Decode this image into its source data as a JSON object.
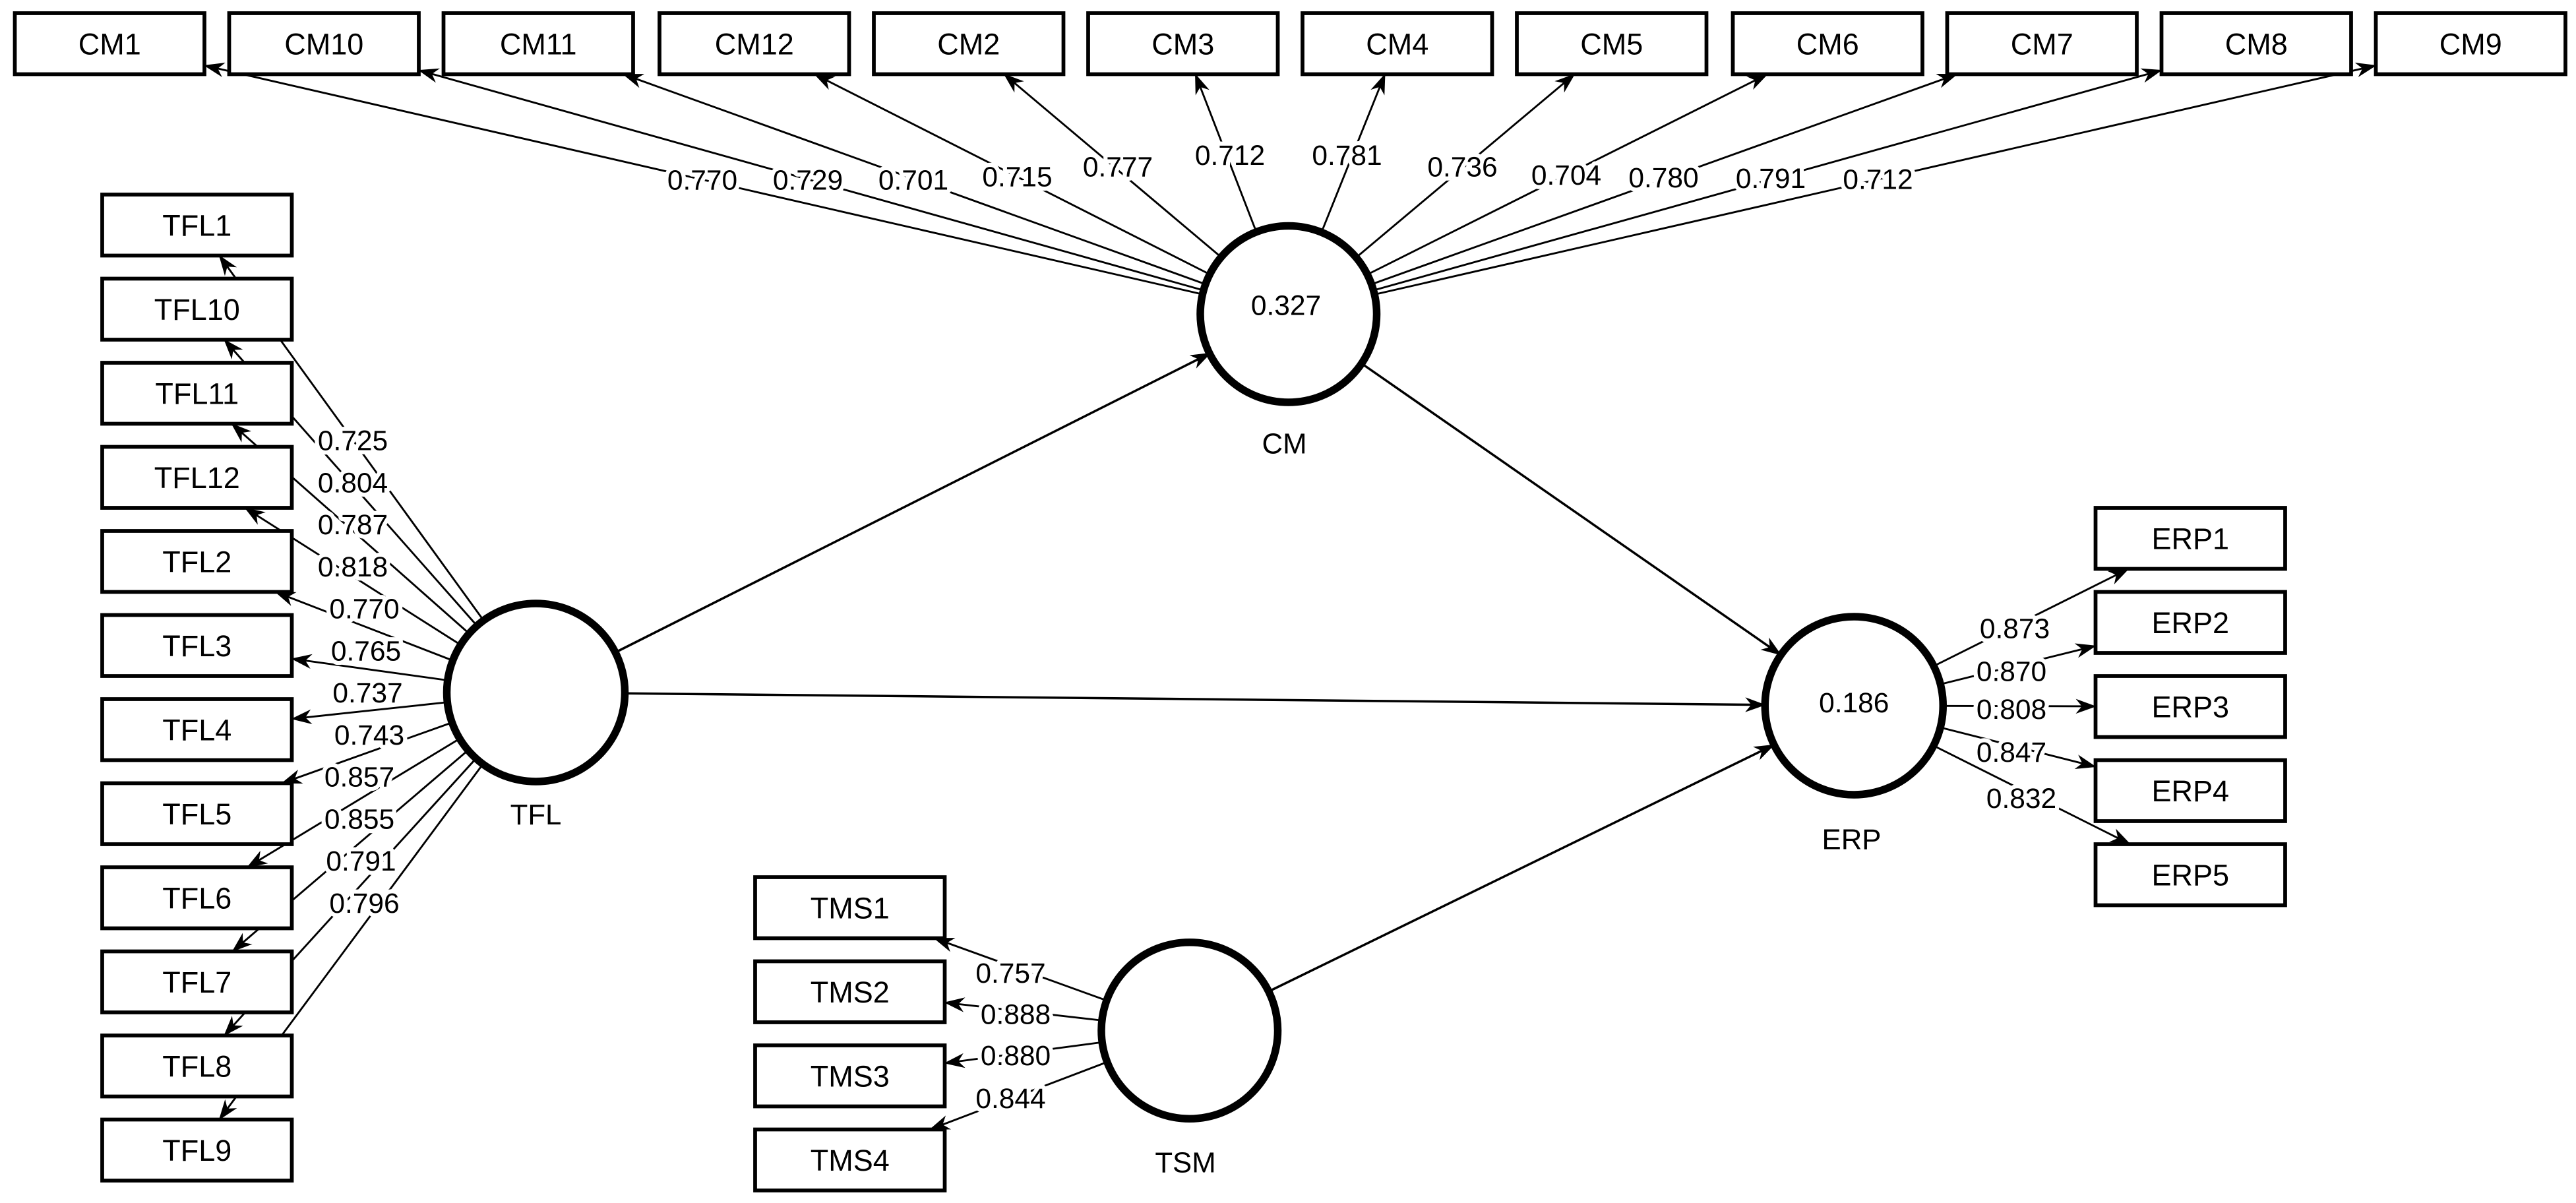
{
  "constructs": {
    "cm": {
      "label": "CM",
      "r_squared": "0.327"
    },
    "tfl": {
      "label": "TFL"
    },
    "tsm": {
      "label": "TSM"
    },
    "erp": {
      "label": "ERP",
      "r_squared": "0.186"
    }
  },
  "indicators": {
    "cm": [
      {
        "label": "CM1",
        "loading": "0.770"
      },
      {
        "label": "CM10",
        "loading": "0.729"
      },
      {
        "label": "CM11",
        "loading": "0.701"
      },
      {
        "label": "CM12",
        "loading": "0.715"
      },
      {
        "label": "CM2",
        "loading": "0.777"
      },
      {
        "label": "CM3",
        "loading": "0.712"
      },
      {
        "label": "CM4",
        "loading": "0.781"
      },
      {
        "label": "CM5",
        "loading": "0.736"
      },
      {
        "label": "CM6",
        "loading": "0.704"
      },
      {
        "label": "CM7",
        "loading": "0.780"
      },
      {
        "label": "CM8",
        "loading": "0.791"
      },
      {
        "label": "CM9",
        "loading": "0.712"
      }
    ],
    "tfl": [
      {
        "label": "TFL1",
        "loading": "0.725"
      },
      {
        "label": "TFL10",
        "loading": "0.804"
      },
      {
        "label": "TFL11",
        "loading": "0.787"
      },
      {
        "label": "TFL12",
        "loading": "0.818"
      },
      {
        "label": "TFL2",
        "loading": "0.770"
      },
      {
        "label": "TFL3",
        "loading": "0.765"
      },
      {
        "label": "TFL4",
        "loading": "0.737"
      },
      {
        "label": "TFL5",
        "loading": "0.743"
      },
      {
        "label": "TFL6",
        "loading": "0.857"
      },
      {
        "label": "TFL7",
        "loading": "0.855"
      },
      {
        "label": "TFL8",
        "loading": "0.791"
      },
      {
        "label": "TFL9",
        "loading": "0.796"
      }
    ],
    "tms": [
      {
        "label": "TMS1",
        "loading": "0.757"
      },
      {
        "label": "TMS2",
        "loading": "0.888"
      },
      {
        "label": "TMS3",
        "loading": "0.880"
      },
      {
        "label": "TMS4",
        "loading": "0.844"
      }
    ],
    "erp": [
      {
        "label": "ERP1",
        "loading": "0.873"
      },
      {
        "label": "ERP2",
        "loading": "0.870"
      },
      {
        "label": "ERP3",
        "loading": "0.808"
      },
      {
        "label": "ERP4",
        "loading": "0.847"
      },
      {
        "label": "ERP5",
        "loading": "0.832"
      }
    ]
  },
  "structural_paths": [
    {
      "from": "TFL",
      "to": "CM"
    },
    {
      "from": "TFL",
      "to": "ERP"
    },
    {
      "from": "CM",
      "to": "ERP"
    },
    {
      "from": "TSM",
      "to": "ERP"
    }
  ],
  "colors": {
    "background": "#ffffff",
    "shape_fill": "#ffffff",
    "shape_stroke": "#000000",
    "text": "#000000"
  }
}
